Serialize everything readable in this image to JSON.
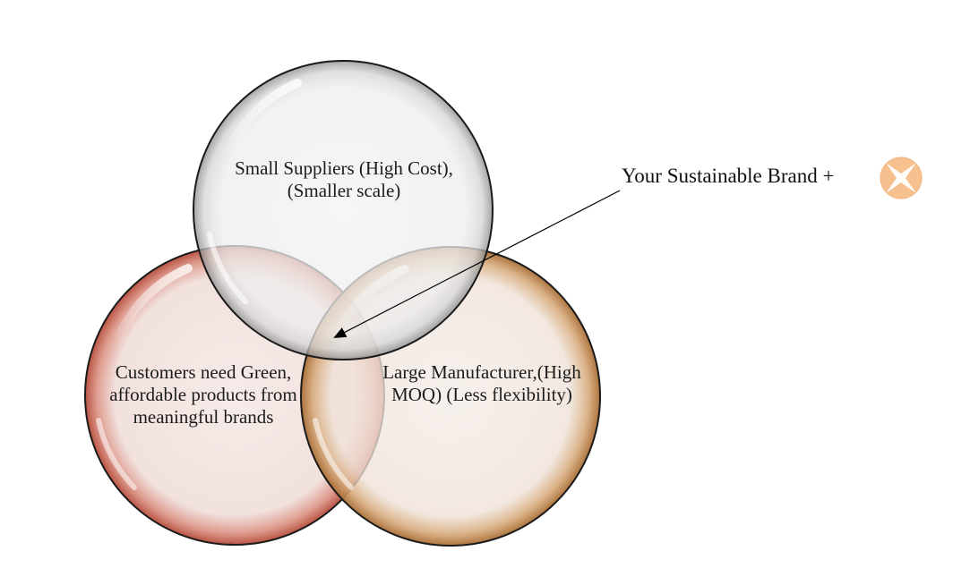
{
  "diagram": {
    "circles": [
      {
        "id": "top",
        "label": "Small Suppliers (High Cost), (Smaller scale)",
        "color": "#bdbdbd"
      },
      {
        "id": "left",
        "label": "Customers need Green, affordable products from meaningful brands",
        "color": "#c25544"
      },
      {
        "id": "right",
        "label": "Large Manufacturer,(High MOQ) (Less flexibility)",
        "color": "#b9834a"
      }
    ],
    "callout": {
      "text": "Your Sustainable Brand +",
      "icon": "x-star-badge-icon",
      "icon_color": "#f6c08f"
    }
  }
}
